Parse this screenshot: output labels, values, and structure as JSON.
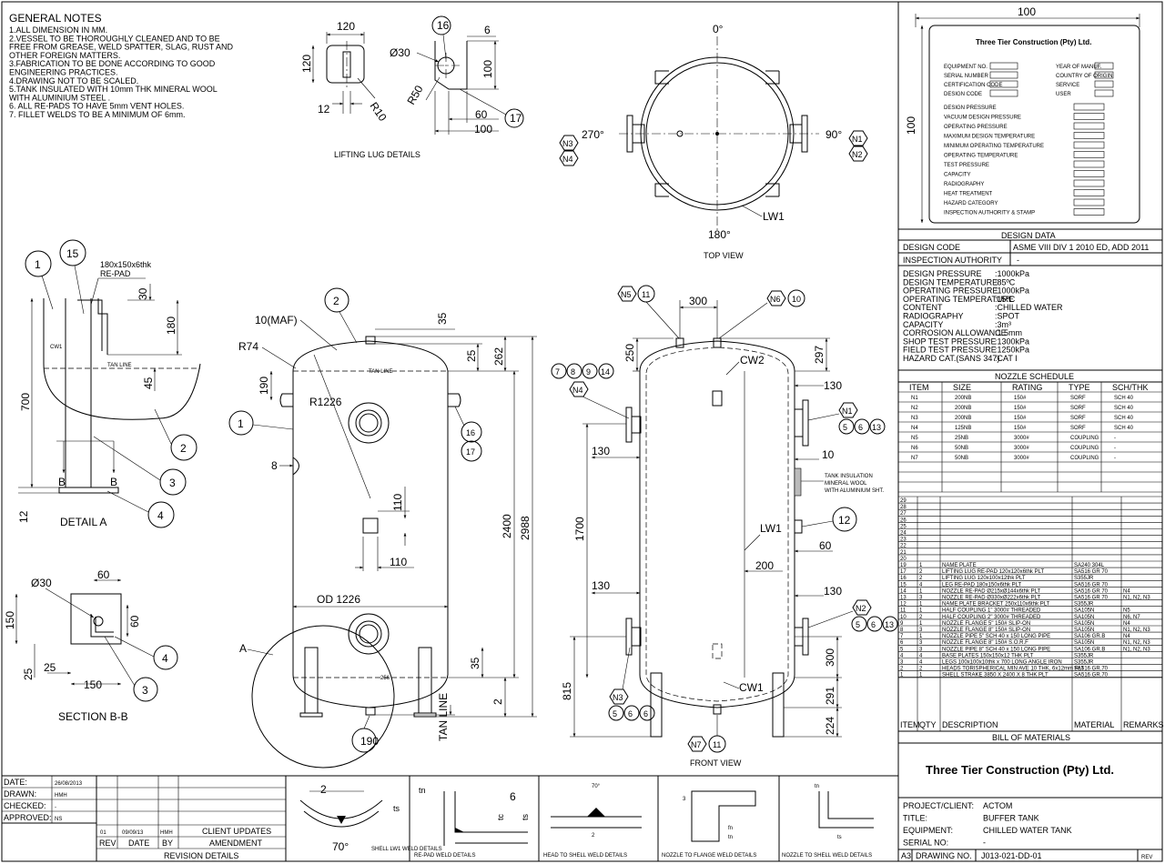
{
  "general_notes": {
    "title": "GENERAL NOTES",
    "lines": [
      "1.ALL DIMENSION IN MM.",
      "2.VESSEL TO BE THOROUGHLY CLEANED AND TO BE",
      "FREE FROM GREASE, WELD SPATTER, SLAG, RUST AND",
      "OTHER FOREIGN MATTERS.",
      "3.FABRICATION TO BE DONE ACCORDING TO GOOD",
      "ENGINEERING PRACTICES.",
      "4.DRAWING NOT TO BE SCALED.",
      "5.TANK INSULATED WITH 10mm THK MINERAL WOOL",
      "WITH ALUMINIUM STEEL .",
      "6. ALL RE-PADS TO HAVE 5mm VENT HOLES.",
      "7. FILLET WELDS TO BE A MINIMUM OF 6mm."
    ]
  },
  "lifting_lug": {
    "caption": "LIFTING LUG DETAILS",
    "dims": [
      "120",
      "120",
      "12",
      "R10",
      "16",
      "Ø30",
      "6",
      "100",
      "R50",
      "60",
      "100",
      "17"
    ]
  },
  "top_view": {
    "caption": "TOP VIEW",
    "angles": [
      "0°",
      "90°",
      "180°",
      "270°"
    ],
    "labels": [
      "N1",
      "N2",
      "N3",
      "N4",
      "LW1"
    ]
  },
  "detail_a": {
    "caption": "DETAIL A",
    "labels": [
      "1",
      "15",
      "180x150x6thk",
      "RE-PAD",
      "30",
      "180",
      "CW1",
      "TAN LINE",
      "45",
      "700",
      "2",
      "3",
      "B",
      "B",
      "4",
      "12"
    ]
  },
  "section_bb": {
    "caption": "SECTION B-B",
    "labels": [
      "Ø30",
      "60",
      "150",
      "60",
      "4",
      "25",
      "25",
      "150",
      "3"
    ]
  },
  "side_view": {
    "labels": [
      "2",
      "10(MAF)",
      "R74",
      "35",
      "25",
      "262",
      "190",
      "R1226",
      "TAN LINE",
      "1",
      "16",
      "17",
      "8",
      "110",
      "110",
      "2400",
      "2988",
      "OD 1226",
      "A",
      "TAN LINE",
      "190",
      "256",
      "35",
      "2"
    ]
  },
  "front_view": {
    "caption": "FRONT VIEW",
    "labels": [
      "N5",
      "11",
      "300",
      "N6",
      "10",
      "250",
      "297",
      "7",
      "8",
      "9",
      "14",
      "CW2",
      "130",
      "N4",
      "N1",
      "5",
      "6",
      "13",
      "130",
      "10",
      "TANK INSULATION",
      "MINERAL WOOL",
      "WITH ALUMINIUM SHT.",
      "1700",
      "LW1",
      "12",
      "60",
      "200",
      "130",
      "130",
      "N2",
      "5",
      "6",
      "13",
      "N3",
      "5",
      "6",
      "6",
      "300",
      "815",
      "CW1",
      "291",
      "224",
      "N7",
      "11"
    ]
  },
  "nameplate": {
    "dim_w": "100",
    "dim_h": "100",
    "company": "Three Tier Construction (Pty) Ltd.",
    "left_fields": [
      "EQUIPMENT NO.",
      "SERIAL NUMBER",
      "CERTIFICATION CODE",
      "DESIGN CODE"
    ],
    "right_fields": [
      "YEAR OF MANUF.",
      "COUNTRY OF ORIGIN",
      "SERVICE",
      "USER"
    ],
    "rows": [
      "DESIGN PRESSURE",
      "VACUUM DESIGN PRESSURE",
      "OPERATING PRESSURE",
      "MAXIMUM DESIGN TEMPERATURE",
      "MINIMUM OPERATING TEMPERATURE",
      "OPERATING TEMPERATURE",
      "TEST PRESSURE",
      "CAPACITY",
      "RADIOGRAPHY",
      "HEAT TREATMENT",
      "HAZARD CATEGORY",
      "INSPECTION AUTHORITY & STAMP"
    ]
  },
  "design_data": {
    "title": "DESIGN DATA",
    "code_label": "DESIGN CODE",
    "code_value": "ASME VIII DIV 1 2010 ED, ADD 2011",
    "ia_label": "INSPECTION AUTHORITY",
    "ia_value": "-",
    "items": [
      [
        "DESIGN PRESSURE",
        ":1000kPa"
      ],
      [
        "DESIGN TEMPERATURE",
        ":85ºC"
      ],
      [
        "OPERATING PRESSURE",
        ":1000kPa"
      ],
      [
        "OPERATING TEMPERATURE",
        ":15ºC"
      ],
      [
        "CONTENT",
        ":CHILLED WATER"
      ],
      [
        "RADIOGRAPHY",
        ":SPOT"
      ],
      [
        "CAPACITY",
        ":3m³"
      ],
      [
        "CORROSION ALLOWANCE",
        ":1.5mm"
      ],
      [
        "SHOP TEST PRESSURE",
        ":1300kPa"
      ],
      [
        "FIELD TEST PRESSURE",
        ":1250kPa"
      ],
      [
        "HAZARD CAT.(SANS 347)",
        ":CAT I"
      ]
    ]
  },
  "nozzle_schedule": {
    "title": "NOZZLE SCHEDULE",
    "headers": [
      "ITEM",
      "SIZE",
      "RATING",
      "TYPE",
      "SCH/THK"
    ],
    "rows": [
      [
        "N1",
        "200NB",
        "150#",
        "SORF",
        "SCH 40"
      ],
      [
        "N2",
        "200NB",
        "150#",
        "SORF",
        "SCH 40"
      ],
      [
        "N3",
        "200NB",
        "150#",
        "SORF",
        "SCH 40"
      ],
      [
        "N4",
        "125NB",
        "150#",
        "SORF",
        "SCH 40"
      ],
      [
        "N5",
        "25NB",
        "3000#",
        "COUPLING",
        "-"
      ],
      [
        "N6",
        "50NB",
        "3000#",
        "COUPLING",
        "-"
      ],
      [
        "N7",
        "50NB",
        "3000#",
        "COUPLING",
        "-"
      ]
    ]
  },
  "bom": {
    "title": "BILL OF MATERIALS",
    "headers": [
      "ITEM",
      "QTY",
      "DESCRIPTION",
      "MATERIAL",
      "REMARKS"
    ],
    "empty_items": [
      "29",
      "28",
      "27",
      "26",
      "25",
      "24",
      "23",
      "22",
      "21",
      "20"
    ],
    "rows": [
      [
        "19",
        "1",
        "NAME PLATE",
        "SA240 304L",
        ""
      ],
      [
        "17",
        "2",
        "LIFTING LUG RE-PAD 120x120x6thk PLT",
        "SA516 GR 70",
        ""
      ],
      [
        "16",
        "2",
        "LIFTING LUG 120x100x12thk PLT",
        "S355JR",
        ""
      ],
      [
        "15",
        "4",
        "LEG RE-PAD 180x150x6thk PLT",
        "SA516 GR 70",
        ""
      ],
      [
        "14",
        "1",
        "NOZZLE RE-PAD Ø215xØ144x6thk PLT",
        "SA516 GR 70",
        "N4"
      ],
      [
        "13",
        "3",
        "NOZZLE RE-PAD Ø330xØ222x6thk PLT",
        "SA516 GR 70",
        "N1, N2, N3"
      ],
      [
        "12",
        "1",
        "NAME PLATE BRACKET 250x110x6thk PLT",
        "S355JR",
        ""
      ],
      [
        "11",
        "1",
        "HALF COUPLING 1\" 3000# THREADED",
        "SA105N",
        "N5"
      ],
      [
        "10",
        "2",
        "HALF COUPLING 2\" 3000# THREADED",
        "SA105N",
        "N6, N7"
      ],
      [
        "9",
        "1",
        "NOZZLE FLANGE 5\" 150# SLIP-ON",
        "SA105N",
        "N4"
      ],
      [
        "8",
        "3",
        "NOZZLE FLANGE 8\" 150# SLIP-ON",
        "SA105N",
        "N1, N2, N3"
      ],
      [
        "7",
        "1",
        "NOZZLE PIPE 5\" SCH 40 x 150 LONG PIPE",
        "SA106 GR.B",
        "N4"
      ],
      [
        "6",
        "3",
        "NOZZLE FLANGE 8\" 150# S.O.R.F",
        "SA105N",
        "N1, N2, N3"
      ],
      [
        "5",
        "3",
        "NOZZLE PIPE 8\" SCH 40 x 150 LONG PIPE",
        "SA106 GR.B",
        "N1, N2, N3"
      ],
      [
        "4",
        "4",
        "BASE PLATES 150x150x12 THK PLT",
        "S355JR",
        ""
      ],
      [
        "3",
        "4",
        "LEGS 100x100x10thk x 700 LONG ANGLE IRON",
        "S355JR",
        ""
      ],
      [
        "2",
        "2",
        "HEADS TORISPHERICAL MIN AVE 10 THK, 6x12mm PLT",
        "SA516 GR.70",
        ""
      ],
      [
        "1",
        "1",
        "SHELL STRAKE 3850 X 2400 X 8 THK PLT",
        "SA516 GR.70",
        ""
      ]
    ]
  },
  "title_block": {
    "company": "Three Tier Construction (Pty) Ltd.",
    "rows": [
      [
        "PROJECT/CLIENT:",
        "ACTOM"
      ],
      [
        "TITLE:",
        "BUFFER TANK"
      ],
      [
        "EQUIPMENT:",
        "CHILLED WATER TANK"
      ],
      [
        "SERIAL NO:",
        "-"
      ]
    ],
    "prefix": "A3",
    "drawing_no_label": "DRAWING NO.",
    "drawing_no": "J013-021-DD-01",
    "rev_label": "REV"
  },
  "signoff": {
    "date_label": "DATE:",
    "date_value": "26/08/2013",
    "drawn_label": "DRAWN:",
    "drawn_value": "HMH",
    "checked_label": "CHECKED:",
    "checked_value": "-",
    "approved_label": "APPROVED:",
    "approved_value": "NS"
  },
  "revisions": {
    "title": "REVISION DETAILS",
    "headers": [
      "REV",
      "DATE",
      "BY",
      "AMENDMENT"
    ],
    "rows": [
      [
        "01",
        "09/09/13",
        "HMH",
        "CLIENT UPDATES"
      ]
    ]
  },
  "weld_details": [
    {
      "caption": "SHELL LW1 WELD DETAILS",
      "labels": [
        "2",
        "ts",
        "70°"
      ]
    },
    {
      "caption": "RE-PAD WELD DETAILS",
      "labels": [
        "tn",
        "6",
        "tc",
        "ts"
      ]
    },
    {
      "caption": "HEAD TO SHELL WELD DETAILS",
      "labels": [
        "70°",
        "2"
      ]
    },
    {
      "caption": "NOZZLE TO FLANGE WELD DETAILS",
      "labels": [
        "3",
        "fn",
        "tn"
      ]
    },
    {
      "caption": "NOZZLE TO SHELL WELD DETAILS",
      "labels": [
        "tn",
        "ts"
      ]
    }
  ]
}
